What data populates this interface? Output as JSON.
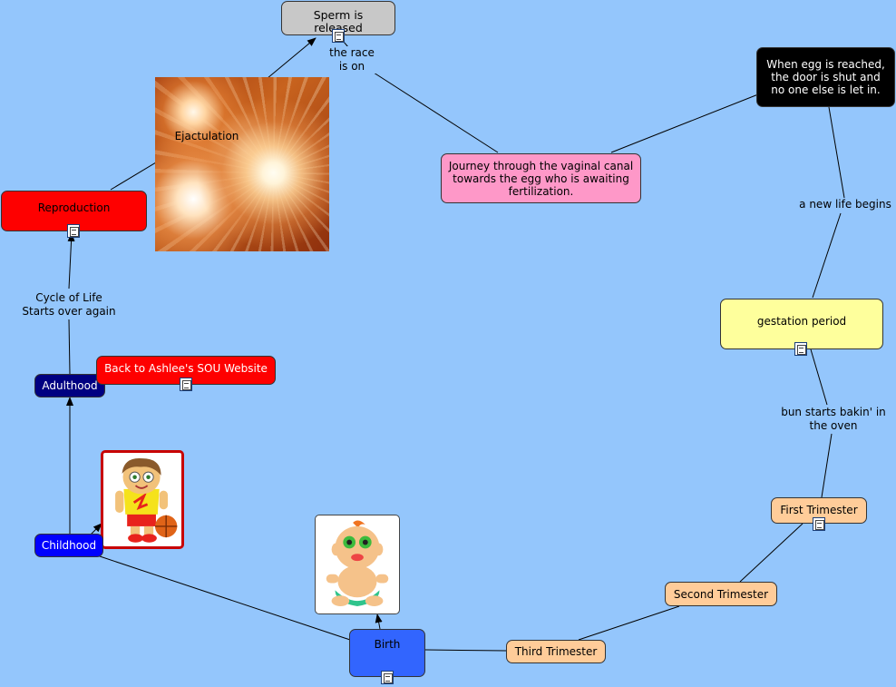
{
  "nodes": {
    "sperm": "Sperm is released",
    "egg_reached": "When egg is reached, the door is shut and no one else is let in.",
    "journey": "Journey through the vaginal canal towards the egg who is awaiting fertilization.",
    "reproduction": "Reproduction",
    "gestation": "gestation period",
    "adulthood": "Adulthood",
    "back_link": "Back to Ashlee's SOU Website",
    "first_trimester": "First Trimester",
    "childhood": "Childhood",
    "second_trimester": "Second Trimester",
    "birth": "Birth",
    "third_trimester": "Third Trimester"
  },
  "labels": {
    "race": "the race\nis on",
    "ejaculation": "Ejactulation",
    "new_life": "a new life begins",
    "cycle": "Cycle of Life\nStarts over again",
    "bun": "bun starts bakin' in\nthe oven"
  },
  "colors": {
    "background": "#94c6fc",
    "sperm": "#c8c8c8",
    "egg_reached": "#000000",
    "journey": "#fe98c8",
    "reproduction": "#fe0000",
    "gestation": "#feff9c",
    "adulthood": "#000081",
    "back_link": "#fe0000",
    "trimester": "#ffcc99",
    "childhood": "#0000fe",
    "birth": "#3265fe"
  },
  "icons": [
    "resource-icon",
    "fireworks-image",
    "boy-basketball-image",
    "baby-image"
  ]
}
